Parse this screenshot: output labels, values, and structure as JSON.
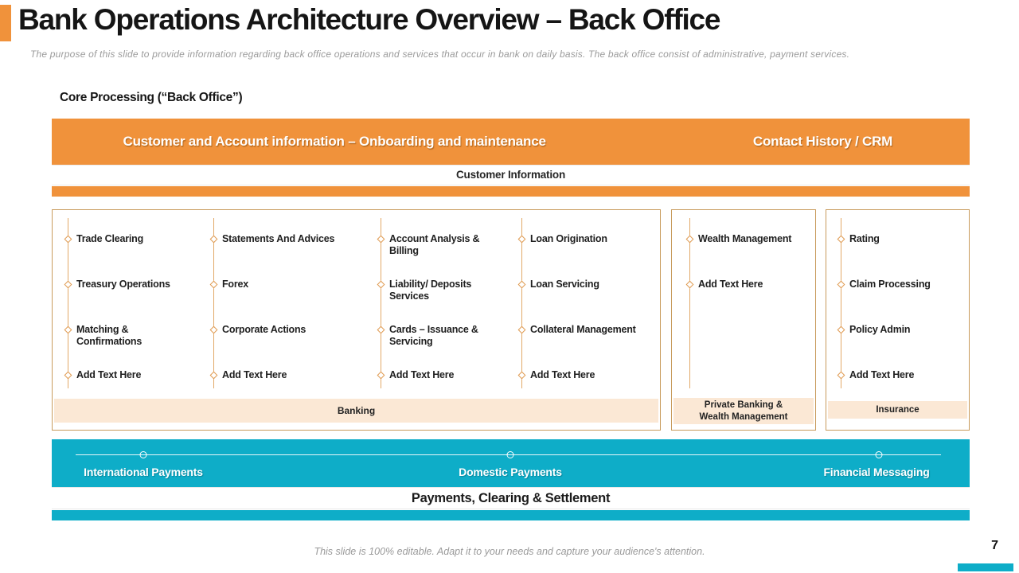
{
  "colors": {
    "orange": "#F0923B",
    "teal": "#0EADC8",
    "peach": "#FBE8D5",
    "box_border": "#C89B5C"
  },
  "slide": {
    "title": "Bank Operations Architecture Overview – Back Office",
    "subtitle": "The purpose  of this slide to provide  information  regarding  back office operations and  services that occur in bank on daily  basis. The back office consist of administrative,  payment  services.",
    "section_heading": "Core Processing (“Back Office”)",
    "footer_note": "This slide is 100% editable.  Adapt it to your needs and capture your audience's attention.",
    "page_number": "7"
  },
  "top_banner": {
    "left_label": "Customer and Account information – Onboarding and maintenance",
    "right_label": "Contact History / CRM",
    "sub_label": "Customer Information"
  },
  "boxes": {
    "banking": {
      "footer": "Banking",
      "columns": [
        {
          "items": [
            "Trade Clearing",
            "Treasury Operations",
            "Matching & Confirmations",
            "Add Text Here"
          ]
        },
        {
          "items": [
            "Statements And Advices",
            "Forex",
            "Corporate Actions",
            "Add Text Here"
          ]
        },
        {
          "items": [
            "Account Analysis & Billing",
            "Liability/ Deposits Services",
            "Cards – Issuance & Servicing",
            "Add Text Here"
          ]
        },
        {
          "items": [
            "Loan Origination",
            "Loan Servicing",
            "Collateral Management",
            "Add Text Here"
          ]
        }
      ]
    },
    "private_banking": {
      "footer_line1": "Private Banking  &",
      "footer_line2": "Wealth Management",
      "items": [
        "Wealth Management",
        "Add Text Here"
      ]
    },
    "insurance": {
      "footer": "Insurance",
      "items": [
        "Rating",
        "Claim Processing",
        "Policy Admin",
        "Add Text Here"
      ]
    }
  },
  "payments": {
    "labels": [
      "International Payments",
      "Domestic Payments",
      "Financial Messaging"
    ],
    "sub_label": "Payments, Clearing & Settlement"
  }
}
